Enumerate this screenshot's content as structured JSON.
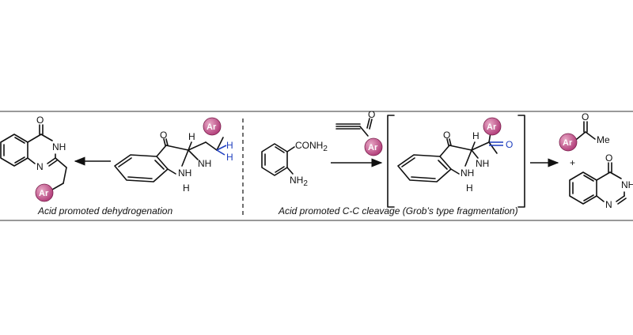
{
  "colors": {
    "ar_fill": "#b03a77",
    "ar_highlight": "#e8a9c6",
    "highlight_blue": "#1f3fbf"
  },
  "labels": {
    "ar": "Ar",
    "oxygen": "O",
    "nh": "NH",
    "n": "N",
    "h": "H",
    "conh2": "CONH",
    "conh2_sub": "2",
    "nh2": "NH",
    "nh2_sub": "2",
    "me": "Me",
    "plus": "+"
  },
  "captions": {
    "left": "Acid promoted  dehydrogenation",
    "right": "Acid promoted  C-C cleavage   (Grob’s type fragmentation)"
  }
}
